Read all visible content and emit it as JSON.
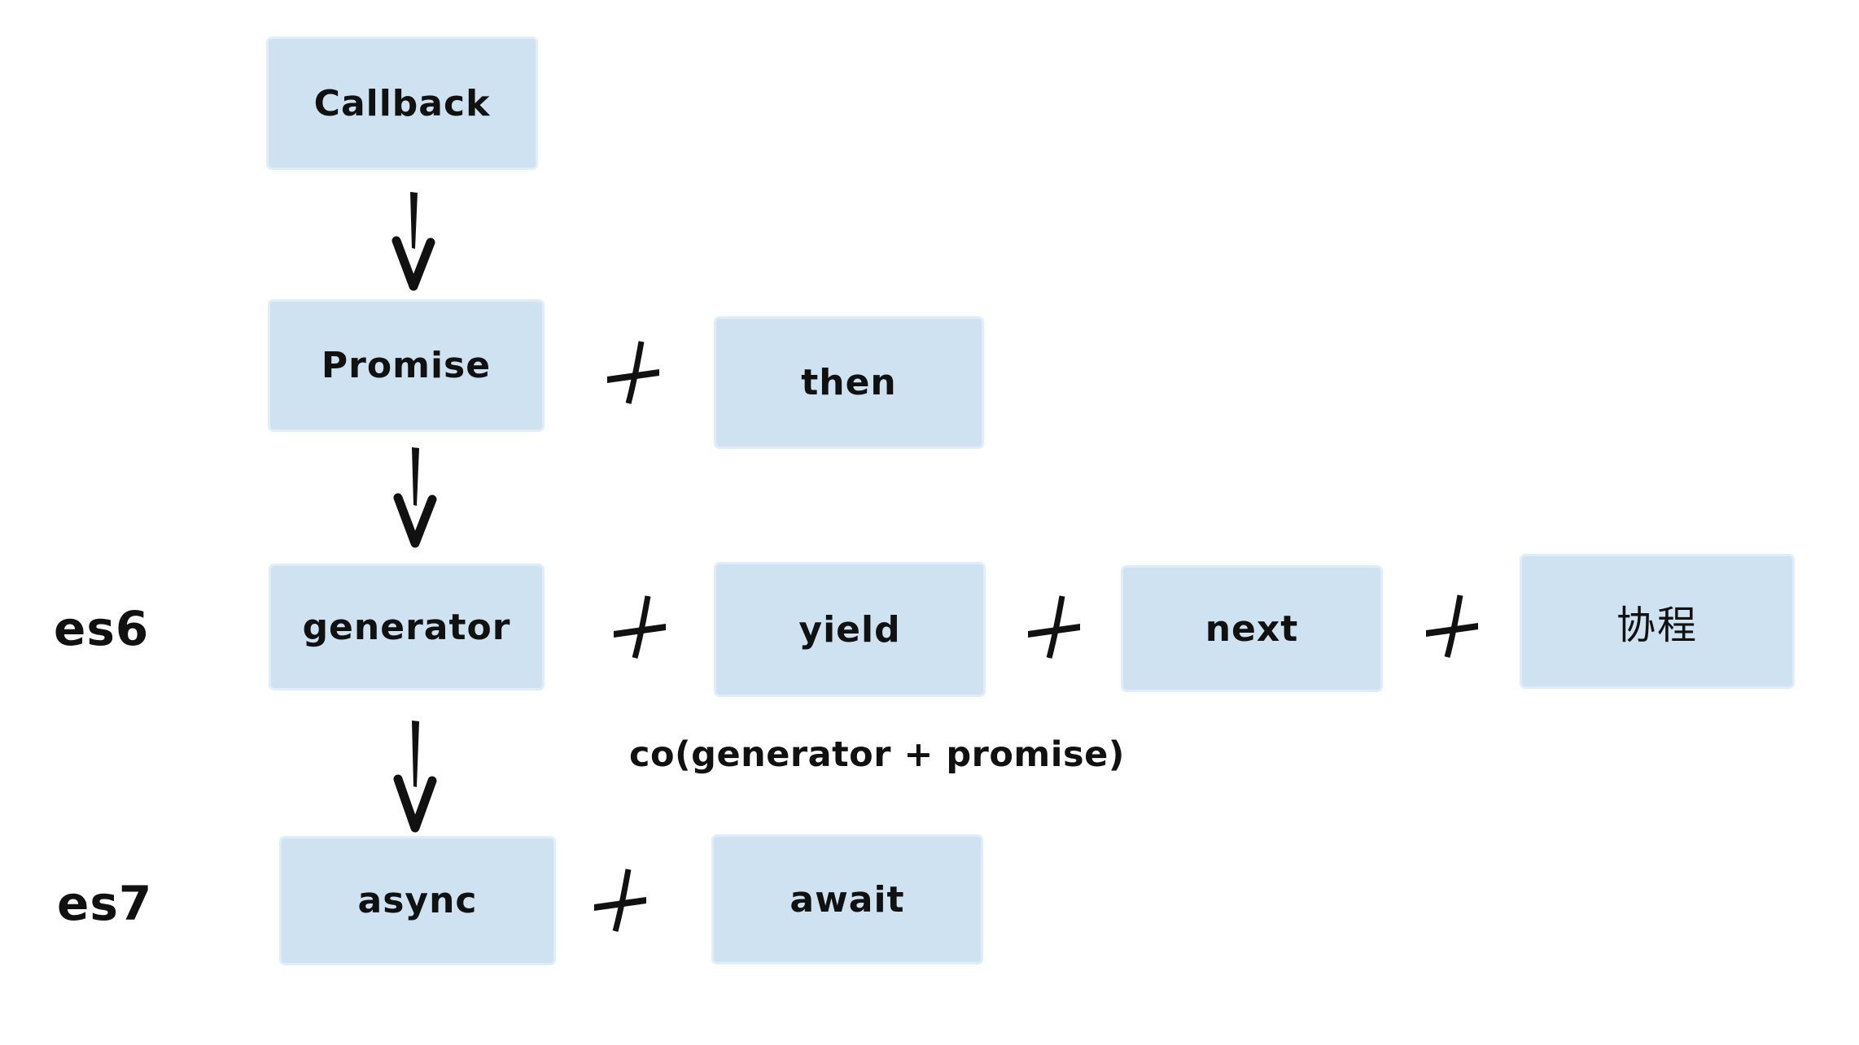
{
  "colors": {
    "background": "#ffffff",
    "box_fill": "#cfe2f1",
    "ink": "#111111"
  },
  "rows": [
    {
      "name": "callback-row",
      "boxes": [
        "Callback"
      ]
    },
    {
      "name": "promise-row",
      "boxes": [
        "Promise",
        "then"
      ],
      "operator": "+"
    },
    {
      "name": "es6-row",
      "label": "es6",
      "boxes": [
        "generator",
        "yield",
        "next",
        "协程"
      ],
      "operator": "+"
    },
    {
      "name": "es7-row",
      "label": "es7",
      "boxes": [
        "async",
        "await"
      ],
      "operator": "+"
    }
  ],
  "annotations": {
    "co_note": "co(generator + promise)"
  },
  "icons": {
    "arrow_down": "arrow-down-icon",
    "plus": "plus-icon"
  }
}
